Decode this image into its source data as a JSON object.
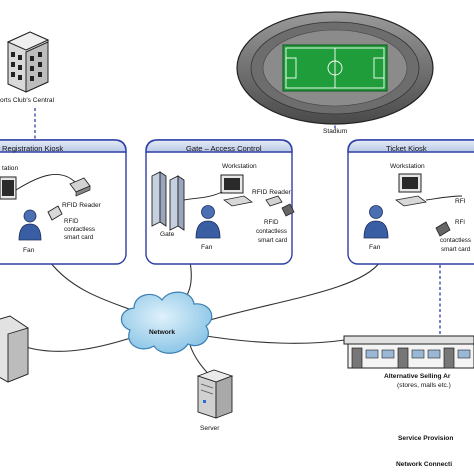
{
  "sports_club": {
    "label": "orts Club's Central"
  },
  "stadium": {
    "label": "Stadium"
  },
  "kiosks": {
    "registration": {
      "title": "Registration Kiosk",
      "workstation": "tation",
      "rfid_reader": "RFID Reader",
      "card_line1": "RFID",
      "card_line2": "contactless",
      "card_line3": "smart card",
      "fan": "Fan"
    },
    "gate": {
      "title": "Gate – Access Control",
      "workstation": "Workstation",
      "rfid_reader": "RFID Reader",
      "card_line1": "RFID",
      "card_line2": "contactless",
      "card_line3": "smart card",
      "gate": "Gate",
      "fan": "Fan"
    },
    "ticket": {
      "title": "Ticket Kiosk",
      "workstation": "Workstation",
      "rfid_reader": "RFI",
      "card_line1": "RFI",
      "card_line2": "contactless",
      "card_line3": "smart card",
      "fan": "Fan"
    }
  },
  "network": {
    "label": "Network"
  },
  "server": {
    "label": "Server"
  },
  "alt_selling": {
    "line1": "Alternative Selling Ar",
    "line2": "(stores, malls etc.)"
  },
  "legend": {
    "service": "Service Provision",
    "network": "Network Connecti"
  }
}
